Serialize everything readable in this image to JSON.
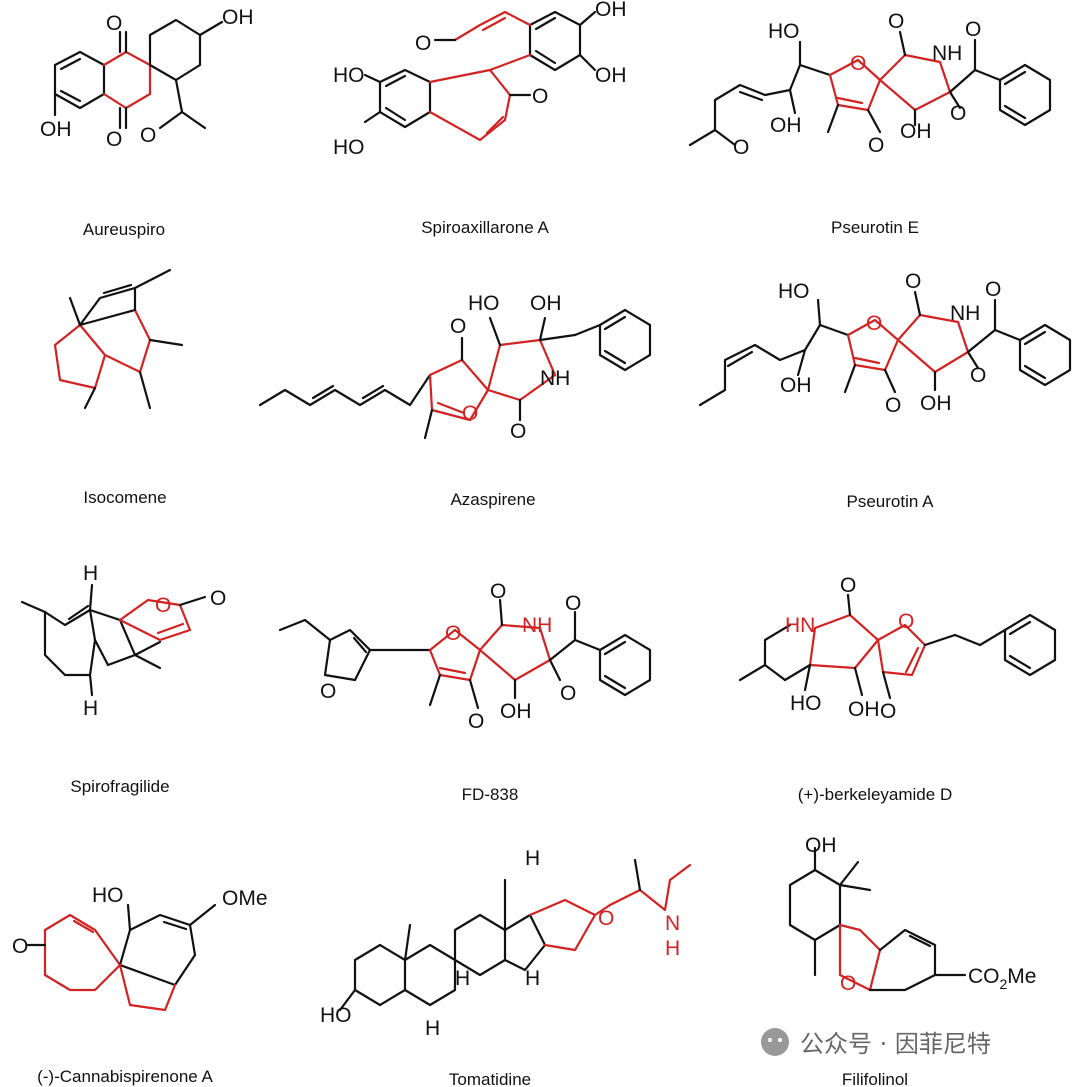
{
  "compounds": [
    {
      "name": "Aureuspiro"
    },
    {
      "name": "Spiroaxillarone A"
    },
    {
      "name": "Pseurotin E"
    },
    {
      "name": "Isocomene"
    },
    {
      "name": "Azaspirene"
    },
    {
      "name": "Pseurotin A"
    },
    {
      "name": "Spirofragilide"
    },
    {
      "name": "FD-838"
    },
    {
      "name": "(+)-berkeleyamide D"
    },
    {
      "name": "(-)-Cannabispirenone A"
    },
    {
      "name": "Tomatidine"
    },
    {
      "name": "Filifolinol"
    }
  ],
  "atoms": {
    "OH": "OH",
    "HO": "HO",
    "O": "O",
    "NH": "NH",
    "HN": "HN",
    "N": "N",
    "H": "H",
    "OMe": "OMe",
    "CO2": "CO",
    "sub2": "2",
    "Me": "Me"
  },
  "watermark": {
    "text": "公众号 · 因菲尼特"
  },
  "colors": {
    "highlight": "#d32222",
    "bond": "#111111",
    "background": "#ffffff"
  }
}
